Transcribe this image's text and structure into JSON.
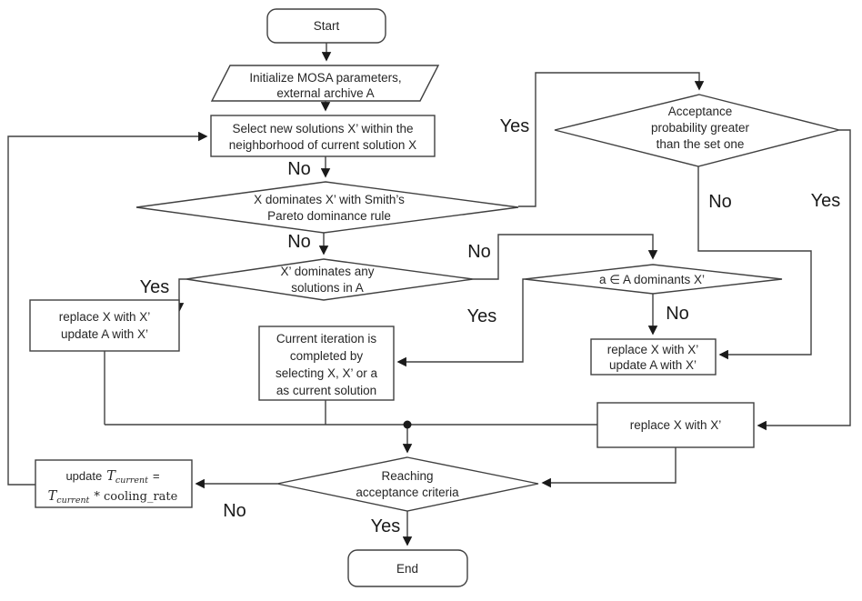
{
  "colors": {
    "background": "#ffffff",
    "line": "#404040",
    "arrow": "#1a1a1a",
    "node_fill": "#ffffff",
    "text": "#262626"
  },
  "nodes": {
    "start": {
      "type": "terminator",
      "lines": [
        "Start"
      ]
    },
    "init": {
      "type": "io",
      "lines": [
        "Initialize MOSA parameters,",
        "external archive A"
      ]
    },
    "select": {
      "type": "process",
      "lines": [
        "Select new solutions X’ within the",
        "neighborhood of current solution X"
      ]
    },
    "dominates_smith": {
      "type": "decision",
      "lines": [
        "X dominates X’ with Smith’s",
        "Pareto dominance rule"
      ]
    },
    "xprime_dominates": {
      "type": "decision",
      "lines": [
        "X’ dominates any",
        "solutions in A"
      ]
    },
    "replace_update_left": {
      "type": "process",
      "lines": [
        "replace X with X’",
        "update A with X’"
      ]
    },
    "current_iteration": {
      "type": "process",
      "lines": [
        "Current iteration is",
        "completed by",
        "selecting X, X’ or a",
        "as current solution"
      ]
    },
    "a_in_a_dominants": {
      "type": "decision",
      "lines": [
        "a ∈ A dominants X’"
      ]
    },
    "replace_update_right": {
      "type": "process",
      "lines": [
        "replace X with X’",
        "update A with X’"
      ]
    },
    "acceptance_probability": {
      "type": "decision",
      "lines": [
        "Acceptance",
        "probability greater",
        "than the set one"
      ]
    },
    "replace_x": {
      "type": "process",
      "lines": [
        "replace X with X’"
      ]
    },
    "reaching_criteria": {
      "type": "decision",
      "lines": [
        "Reaching",
        "acceptance criteria"
      ]
    },
    "update_temperature": {
      "type": "process",
      "prefix": "update",
      "t1": "T",
      "sub1": "current",
      "eq": "=",
      "t2": "T",
      "sub2": "current",
      "rest": "* cooling_rate"
    },
    "end": {
      "type": "terminator",
      "lines": [
        "End"
      ]
    }
  },
  "edge_labels": {
    "select_to_dominates_no": "No",
    "dominates_no": "No",
    "dominates_yes": "Yes",
    "xprime_yes": "Yes",
    "xprime_no": "No",
    "a_dom_yes": "Yes",
    "a_dom_no": "No",
    "acceptance_no": "No",
    "acceptance_yes": "Yes",
    "reaching_no": "No",
    "reaching_yes": "Yes"
  }
}
